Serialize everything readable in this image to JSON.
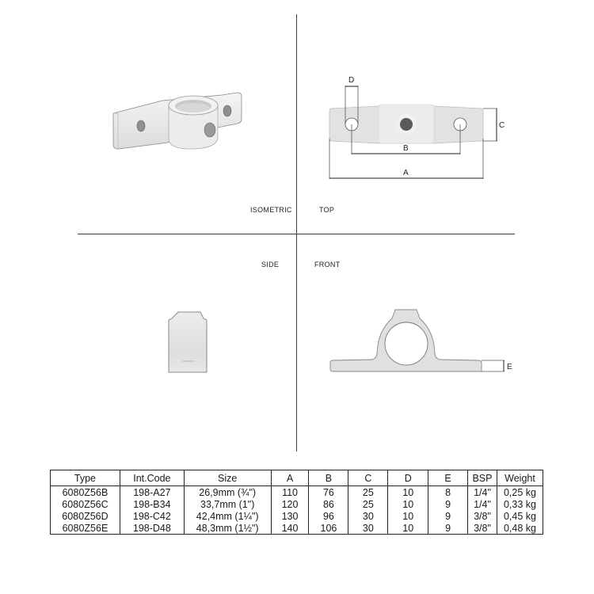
{
  "views": {
    "isometric": "ISOMETRIC",
    "top": "TOP",
    "side": "SIDE",
    "front": "FRONT"
  },
  "dimensions": {
    "a": "A",
    "b": "B",
    "c": "C",
    "d": "D",
    "e": "E"
  },
  "table": {
    "headers": [
      "Type",
      "Int.Code",
      "Size",
      "A",
      "B",
      "C",
      "D",
      "E",
      "BSP",
      "Weight"
    ],
    "rows": [
      [
        "6080Z56B",
        "198-A27",
        "26,9mm (¾\")",
        "110",
        "76",
        "25",
        "10",
        "8",
        "1/4\"",
        "0,25 kg"
      ],
      [
        "6080Z56C",
        "198-B34",
        "33,7mm (1\")",
        "120",
        "86",
        "25",
        "10",
        "9",
        "1/4\"",
        "0,33 kg"
      ],
      [
        "6080Z56D",
        "198-C42",
        "42,4mm (1¼\")",
        "130",
        "96",
        "30",
        "10",
        "9",
        "3/8\"",
        "0,45 kg"
      ],
      [
        "6080Z56E",
        "198-D48",
        "48,3mm (1½\")",
        "140",
        "106",
        "30",
        "10",
        "9",
        "3/8\"",
        "0,48 kg"
      ]
    ]
  }
}
